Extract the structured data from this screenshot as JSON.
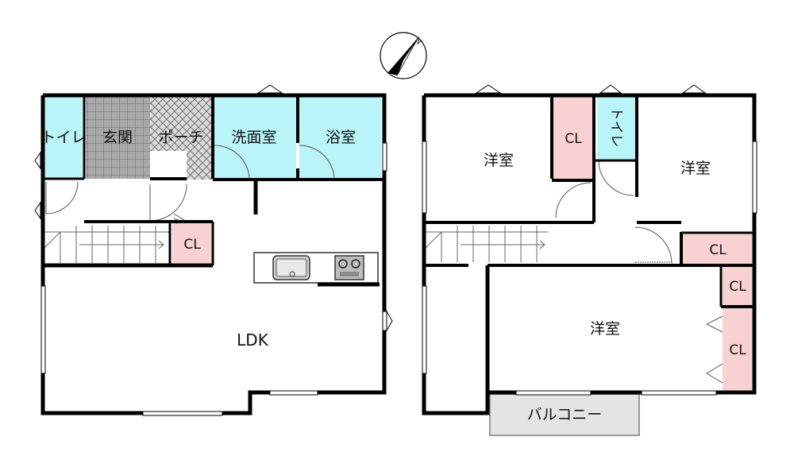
{
  "compass": {
    "label": "N"
  },
  "floor1": {
    "rooms": {
      "toilet": "トイレ",
      "genkan": "玄関",
      "porch": "ポーチ",
      "washroom": "洗面室",
      "bathroom": "浴室",
      "closet": "CL",
      "ldk": "LDK"
    }
  },
  "floor2": {
    "rooms": {
      "western_left": "洋室",
      "closet_a": "CL",
      "toilet": "トイレ",
      "western_right": "洋室",
      "closet_b": "CL",
      "closet_c": "CL",
      "western_main": "洋室",
      "closet_d": "CL",
      "balcony": "バルコニー"
    }
  },
  "colors": {
    "wet_area": "#b8f4f8",
    "closet": "#f8d2d2",
    "balcony": "#e4e4e4",
    "wall": "#000000"
  }
}
